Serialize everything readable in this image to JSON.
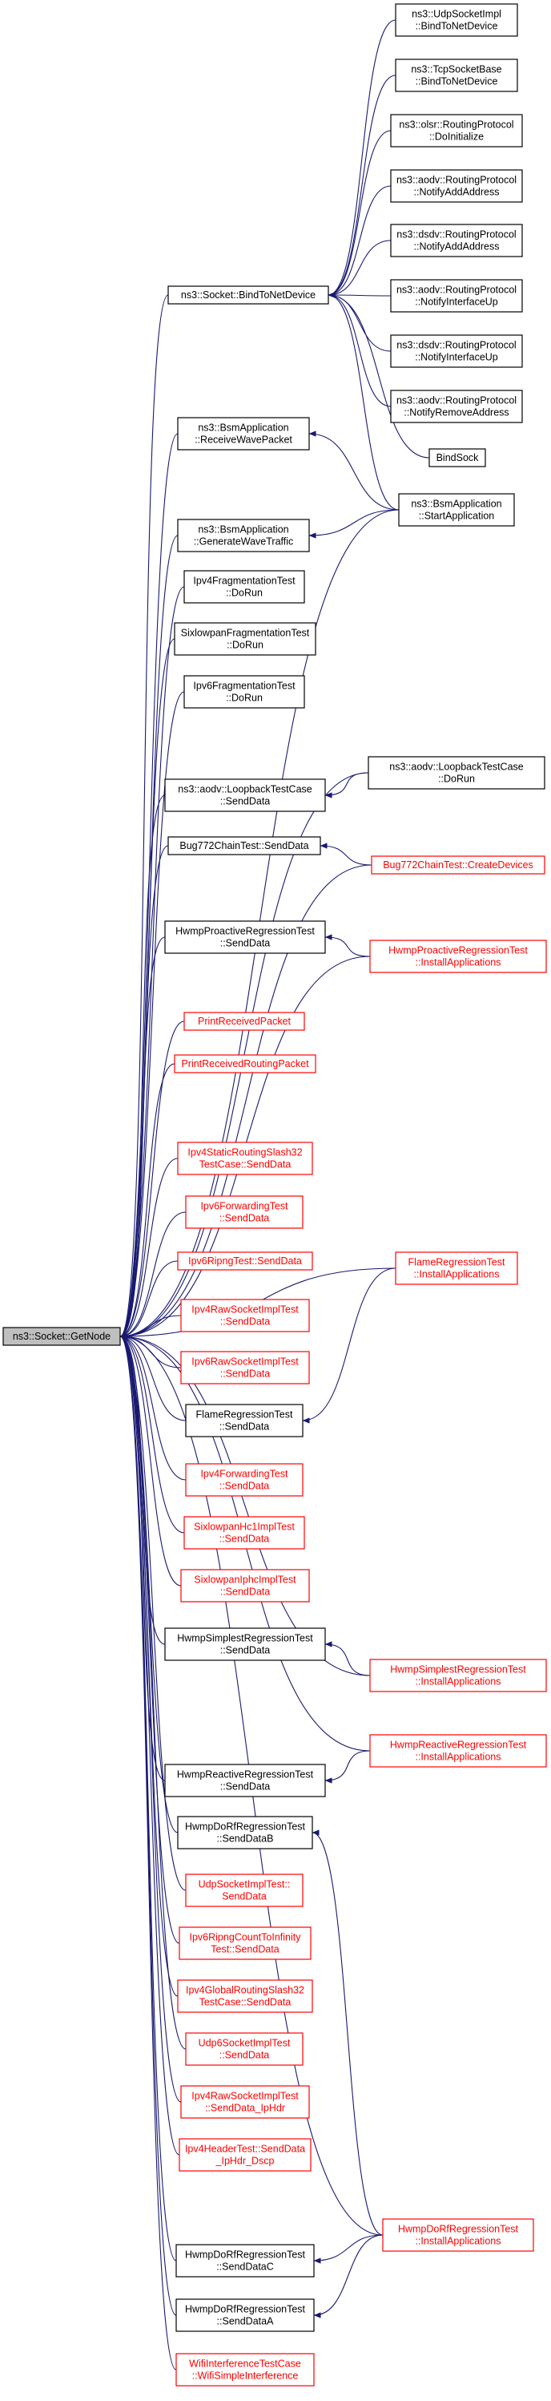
{
  "graph": {
    "root": "ns3::Socket::GetNode",
    "colors": {
      "edge": "#191970",
      "documented_border": "#000000",
      "undocumented_border": "#ff0000",
      "root_fill": "#bfbfbf"
    },
    "nodes": [
      {
        "id": "n0",
        "label": "ns3::Socket::GetNode",
        "style": "root"
      },
      {
        "id": "n1",
        "label": "ns3::Socket::BindToNetDevice",
        "style": "black"
      },
      {
        "id": "n2",
        "label": "ns3::UdpSocketImpl\n::BindToNetDevice",
        "style": "black"
      },
      {
        "id": "n3",
        "label": "ns3::TcpSocketBase\n::BindToNetDevice",
        "style": "black"
      },
      {
        "id": "n4",
        "label": "ns3::olsr::RoutingProtocol\n::DoInitialize",
        "style": "black"
      },
      {
        "id": "n5",
        "label": "ns3::aodv::RoutingProtocol\n::NotifyAddAddress",
        "style": "black"
      },
      {
        "id": "n6",
        "label": "ns3::dsdv::RoutingProtocol\n::NotifyAddAddress",
        "style": "black"
      },
      {
        "id": "n7",
        "label": "ns3::aodv::RoutingProtocol\n::NotifyInterfaceUp",
        "style": "black"
      },
      {
        "id": "n8",
        "label": "ns3::dsdv::RoutingProtocol\n::NotifyInterfaceUp",
        "style": "black"
      },
      {
        "id": "n9",
        "label": "ns3::aodv::RoutingProtocol\n::NotifyRemoveAddress",
        "style": "black"
      },
      {
        "id": "n10",
        "label": "BindSock",
        "style": "black"
      },
      {
        "id": "n11",
        "label": "ns3::BsmApplication\n::StartApplication",
        "style": "black"
      },
      {
        "id": "n12",
        "label": "ns3::BsmApplication\n::ReceiveWavePacket",
        "style": "black"
      },
      {
        "id": "n13",
        "label": "ns3::BsmApplication\n::GenerateWaveTraffic",
        "style": "black"
      },
      {
        "id": "n14",
        "label": "Ipv4FragmentationTest\n::DoRun",
        "style": "black"
      },
      {
        "id": "n15",
        "label": "SixlowpanFragmentationTest\n::DoRun",
        "style": "black"
      },
      {
        "id": "n16",
        "label": "Ipv6FragmentationTest\n::DoRun",
        "style": "black"
      },
      {
        "id": "n17",
        "label": "ns3::aodv::LoopbackTestCase\n::SendData",
        "style": "black"
      },
      {
        "id": "n18",
        "label": "ns3::aodv::LoopbackTestCase\n::DoRun",
        "style": "black"
      },
      {
        "id": "n19",
        "label": "Bug772ChainTest::SendData",
        "style": "black"
      },
      {
        "id": "n20",
        "label": "Bug772ChainTest::CreateDevices",
        "style": "red"
      },
      {
        "id": "n21",
        "label": "HwmpProactiveRegressionTest\n::SendData",
        "style": "black"
      },
      {
        "id": "n22",
        "label": "HwmpProactiveRegressionTest\n::InstallApplications",
        "style": "red"
      },
      {
        "id": "n23",
        "label": "PrintReceivedPacket",
        "style": "red"
      },
      {
        "id": "n24",
        "label": "PrintReceivedRoutingPacket",
        "style": "red"
      },
      {
        "id": "n25",
        "label": "Ipv4StaticRoutingSlash32\nTestCase::SendData",
        "style": "red"
      },
      {
        "id": "n26",
        "label": "Ipv6ForwardingTest\n::SendData",
        "style": "red"
      },
      {
        "id": "n27",
        "label": "Ipv6RipngTest::SendData",
        "style": "red"
      },
      {
        "id": "n28",
        "label": "FlameRegressionTest\n::InstallApplications",
        "style": "red"
      },
      {
        "id": "n29",
        "label": "Ipv4RawSocketImplTest\n::SendData",
        "style": "red"
      },
      {
        "id": "n30",
        "label": "Ipv6RawSocketImplTest\n::SendData",
        "style": "red"
      },
      {
        "id": "n31",
        "label": "FlameRegressionTest\n::SendData",
        "style": "black"
      },
      {
        "id": "n32",
        "label": "Ipv4ForwardingTest\n::SendData",
        "style": "red"
      },
      {
        "id": "n33",
        "label": "SixlowpanHc1ImplTest\n::SendData",
        "style": "red"
      },
      {
        "id": "n34",
        "label": "SixlowpanIphcImplTest\n::SendData",
        "style": "red"
      },
      {
        "id": "n35",
        "label": "HwmpSimplestRegressionTest\n::SendData",
        "style": "black"
      },
      {
        "id": "n36",
        "label": "HwmpSimplestRegressionTest\n::InstallApplications",
        "style": "red"
      },
      {
        "id": "n37",
        "label": "HwmpReactiveRegressionTest\n::InstallApplications",
        "style": "red"
      },
      {
        "id": "n38",
        "label": "HwmpReactiveRegressionTest\n::SendData",
        "style": "black"
      },
      {
        "id": "n39",
        "label": "HwmpDoRfRegressionTest\n::SendDataB",
        "style": "black"
      },
      {
        "id": "n40",
        "label": "UdpSocketImplTest::\nSendData",
        "style": "red"
      },
      {
        "id": "n41",
        "label": "Ipv6RipngCountToInfinity\nTest::SendData",
        "style": "red"
      },
      {
        "id": "n42",
        "label": "Ipv4GlobalRoutingSlash32\nTestCase::SendData",
        "style": "red"
      },
      {
        "id": "n43",
        "label": "Udp6SocketImplTest\n::SendData",
        "style": "red"
      },
      {
        "id": "n44",
        "label": "Ipv4RawSocketImplTest\n::SendData_IpHdr",
        "style": "red"
      },
      {
        "id": "n45",
        "label": "Ipv4HeaderTest::SendData\n_IpHdr_Dscp",
        "style": "red"
      },
      {
        "id": "n46",
        "label": "HwmpDoRfRegressionTest\n::InstallApplications",
        "style": "red"
      },
      {
        "id": "n47",
        "label": "HwmpDoRfRegressionTest\n::SendDataC",
        "style": "black"
      },
      {
        "id": "n48",
        "label": "HwmpDoRfRegressionTest\n::SendDataA",
        "style": "black"
      },
      {
        "id": "n49",
        "label": "WifiInterferenceTestCase\n::WifiSimpleInterference",
        "style": "red"
      }
    ],
    "edges": [
      [
        "n1",
        "n0"
      ],
      [
        "n12",
        "n0"
      ],
      [
        "n13",
        "n0"
      ],
      [
        "n14",
        "n0"
      ],
      [
        "n15",
        "n0"
      ],
      [
        "n16",
        "n0"
      ],
      [
        "n17",
        "n0"
      ],
      [
        "n19",
        "n0"
      ],
      [
        "n21",
        "n0"
      ],
      [
        "n23",
        "n0"
      ],
      [
        "n24",
        "n0"
      ],
      [
        "n25",
        "n0"
      ],
      [
        "n26",
        "n0"
      ],
      [
        "n27",
        "n0"
      ],
      [
        "n28",
        "n0"
      ],
      [
        "n29",
        "n0"
      ],
      [
        "n30",
        "n0"
      ],
      [
        "n31",
        "n0"
      ],
      [
        "n32",
        "n0"
      ],
      [
        "n33",
        "n0"
      ],
      [
        "n34",
        "n0"
      ],
      [
        "n35",
        "n0"
      ],
      [
        "n36",
        "n0"
      ],
      [
        "n37",
        "n0"
      ],
      [
        "n38",
        "n0"
      ],
      [
        "n39",
        "n0"
      ],
      [
        "n40",
        "n0"
      ],
      [
        "n41",
        "n0"
      ],
      [
        "n42",
        "n0"
      ],
      [
        "n43",
        "n0"
      ],
      [
        "n44",
        "n0"
      ],
      [
        "n45",
        "n0"
      ],
      [
        "n46",
        "n0"
      ],
      [
        "n47",
        "n0"
      ],
      [
        "n48",
        "n0"
      ],
      [
        "n49",
        "n0"
      ],
      [
        "n11",
        "n0"
      ],
      [
        "n18",
        "n0"
      ],
      [
        "n20",
        "n0"
      ],
      [
        "n22",
        "n0"
      ],
      [
        "n2",
        "n1"
      ],
      [
        "n3",
        "n1"
      ],
      [
        "n4",
        "n1"
      ],
      [
        "n5",
        "n1"
      ],
      [
        "n6",
        "n1"
      ],
      [
        "n7",
        "n1"
      ],
      [
        "n8",
        "n1"
      ],
      [
        "n9",
        "n1"
      ],
      [
        "n10",
        "n1"
      ],
      [
        "n11",
        "n1"
      ],
      [
        "n11",
        "n12"
      ],
      [
        "n11",
        "n13"
      ],
      [
        "n18",
        "n17"
      ],
      [
        "n20",
        "n19"
      ],
      [
        "n22",
        "n21"
      ],
      [
        "n28",
        "n31"
      ],
      [
        "n36",
        "n35"
      ],
      [
        "n37",
        "n38"
      ],
      [
        "n46",
        "n39"
      ],
      [
        "n46",
        "n47"
      ],
      [
        "n46",
        "n48"
      ]
    ]
  }
}
